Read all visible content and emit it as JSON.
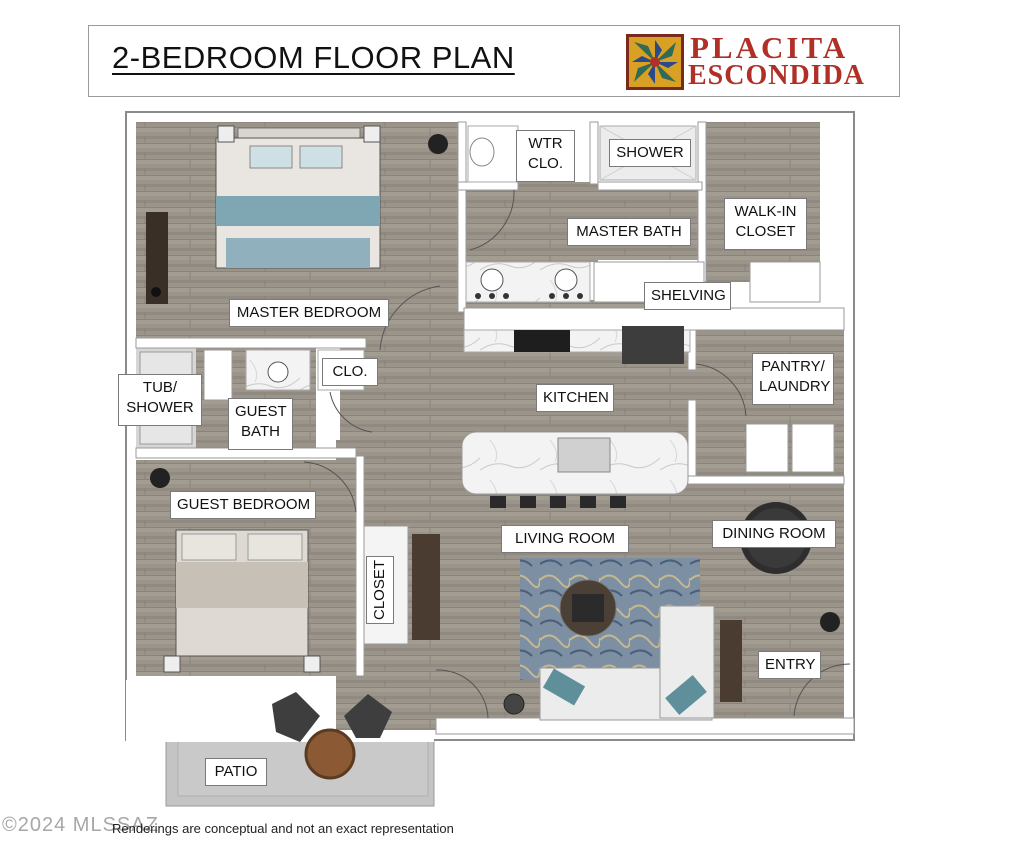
{
  "header": {
    "title": "2-BEDROOM FLOOR PLAN",
    "logo_line1": "PLACITA",
    "logo_line2": "ESCONDIDA"
  },
  "rooms": {
    "wtr_clo_1": "WTR",
    "wtr_clo_2": "CLO.",
    "shower": "SHOWER",
    "walkin_1": "WALK-IN",
    "walkin_2": "CLOSET",
    "master_bath": "MASTER BATH",
    "master_bedroom": "MASTER BEDROOM",
    "shelving": "SHELVING",
    "tub_1": "TUB/",
    "tub_2": "SHOWER",
    "clo": "CLO.",
    "guest_bath_1": "GUEST",
    "guest_bath_2": "BATH",
    "kitchen": "KITCHEN",
    "pantry_1": "PANTRY/",
    "pantry_2": "LAUNDRY",
    "guest_bedroom": "GUEST BEDROOM",
    "living_room": "LIVING ROOM",
    "dining_room": "DINING ROOM",
    "closet": "CLOSET",
    "entry": "ENTRY",
    "patio": "PATIO"
  },
  "footer": {
    "disclaimer": "Renderings are conceptual and not an exact representation",
    "watermark": "©2024 MLSSAZ"
  },
  "colors": {
    "floor": "#9a9388",
    "wall": "#ffffff",
    "wall_outline": "#8a8a8a",
    "patio": "#c3c3c3",
    "logo_red": "#b03028",
    "bedding_blue": "#7fa6b3",
    "counter": "#f2f2f2"
  }
}
